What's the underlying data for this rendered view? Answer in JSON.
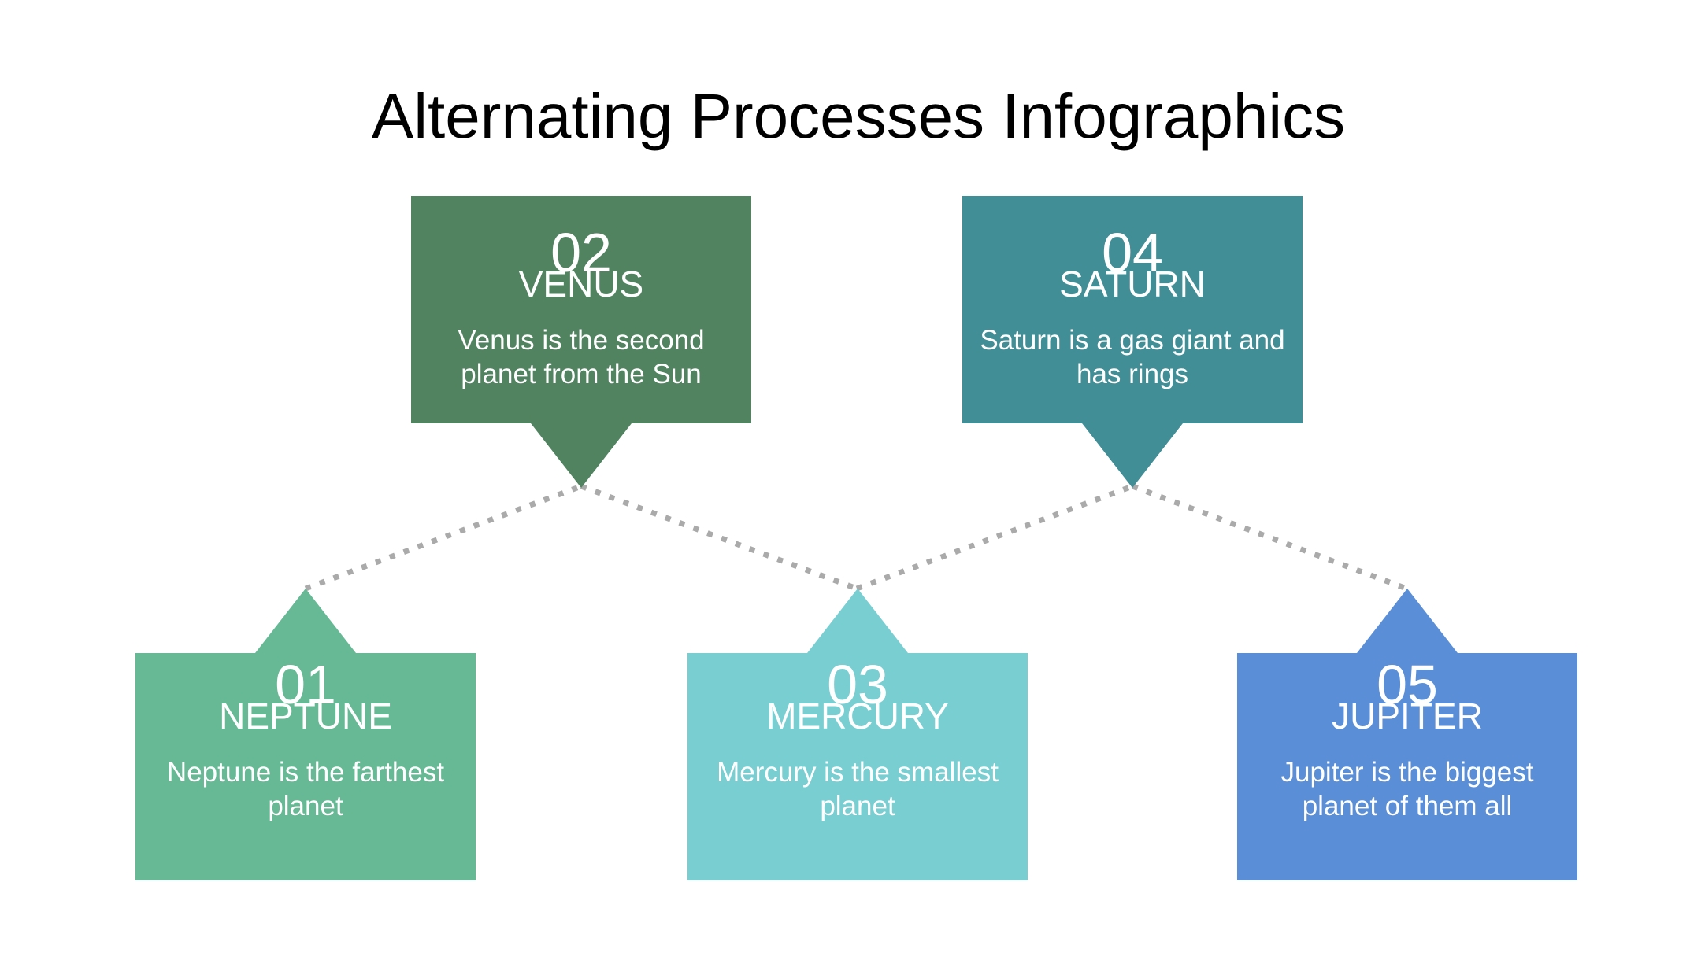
{
  "title": "Alternating Processes Infographics",
  "steps": [
    {
      "number": "01",
      "name": "NEPTUNE",
      "description": "Neptune is the farthest planet",
      "color": "#66b994",
      "position": "bottom"
    },
    {
      "number": "02",
      "name": "VENUS",
      "description": "Venus is the second planet from the Sun",
      "color": "#518361",
      "position": "top"
    },
    {
      "number": "03",
      "name": "MERCURY",
      "description": "Mercury is the smallest planet",
      "color": "#79ced2",
      "position": "bottom"
    },
    {
      "number": "04",
      "name": "SATURN",
      "description": "Saturn is a gas giant and has rings",
      "color": "#418e96",
      "position": "top"
    },
    {
      "number": "05",
      "name": "JUPITER",
      "description": "Jupiter is the biggest planet of them all",
      "color": "#5a8ed6",
      "position": "bottom"
    }
  ],
  "connector_color": "#aaaaaa"
}
